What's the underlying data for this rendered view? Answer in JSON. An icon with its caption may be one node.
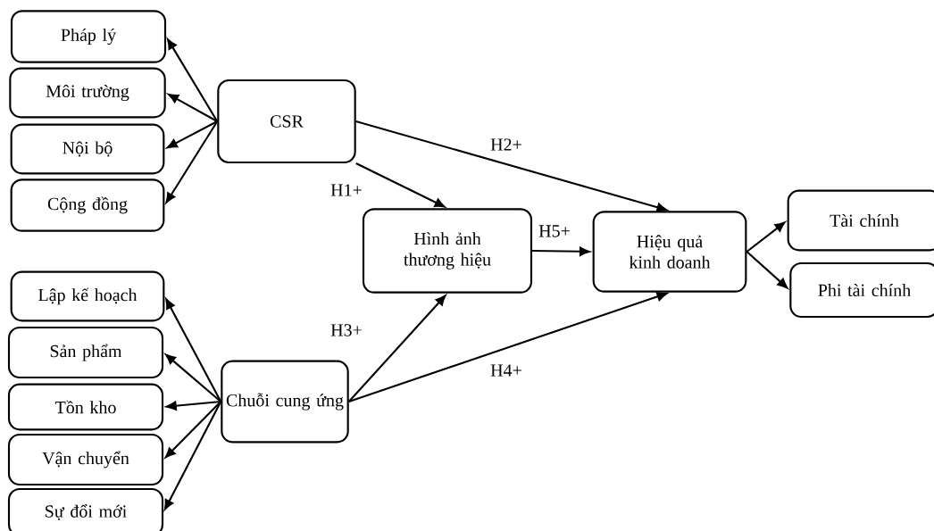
{
  "diagram": {
    "nodes": [
      {
        "text": [
          "Pháp lý"
        ]
      },
      {
        "text": [
          "Môi trường"
        ]
      },
      {
        "text": [
          "Nội bộ"
        ]
      },
      {
        "text": [
          "Cộng đồng"
        ]
      },
      {
        "text": [
          "CSR"
        ]
      },
      {
        "text": [
          "Lập kế hoạch"
        ]
      },
      {
        "text": [
          "Sản phẩm"
        ]
      },
      {
        "text": [
          "Tồn kho"
        ]
      },
      {
        "text": [
          "Vận chuyển"
        ]
      },
      {
        "text": [
          "Sự đổi mới"
        ]
      },
      {
        "text": [
          "Chuỗi cung ứng"
        ]
      },
      {
        "text": [
          "Hình ảnh thương hiệu"
        ]
      },
      {
        "text": [
          "Hiệu quả kinh doanh"
        ]
      },
      {
        "text": [
          "Tài chính"
        ]
      },
      {
        "text": [
          "Phi tài chính"
        ]
      }
    ],
    "edges": [
      {
        "from": 4,
        "to": 0,
        "arrow": "to"
      },
      {
        "from": 4,
        "to": 1,
        "arrow": "to"
      },
      {
        "from": 4,
        "to": 2,
        "arrow": "to"
      },
      {
        "from": 4,
        "to": 3,
        "arrow": "to"
      },
      {
        "from": 10,
        "to": 5,
        "arrow": "to"
      },
      {
        "from": 10,
        "to": 6,
        "arrow": "to"
      },
      {
        "from": 10,
        "to": 7,
        "arrow": "to"
      },
      {
        "from": 10,
        "to": 8,
        "arrow": "to"
      },
      {
        "from": 10,
        "to": 9,
        "arrow": "to"
      },
      {
        "from": 4,
        "to": 11,
        "arrow": "to",
        "label": "H1+"
      },
      {
        "from": 4,
        "to": 12,
        "arrow": "to",
        "label": "H2+"
      },
      {
        "from": 10,
        "to": 11,
        "arrow": "to",
        "label": "H3+"
      },
      {
        "from": 10,
        "to": 12,
        "arrow": "to",
        "label": "H4+"
      },
      {
        "from": 11,
        "to": 12,
        "arrow": "to",
        "label": "H5+"
      },
      {
        "from": 12,
        "to": 13,
        "arrow": "to"
      },
      {
        "from": 12,
        "to": 14,
        "arrow": "to"
      }
    ]
  }
}
